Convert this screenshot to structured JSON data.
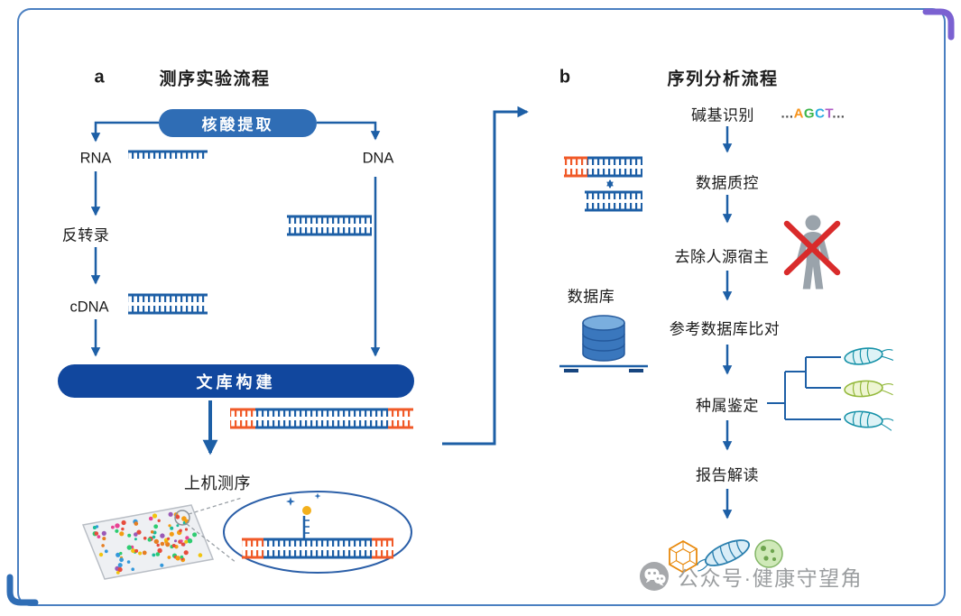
{
  "panel_a": {
    "label": "a",
    "title": "测序实验流程",
    "extraction_box": "核酸提取",
    "rna_label": "RNA",
    "dna_label": "DNA",
    "reverse_transcription": "反转录",
    "cdna_label": "cDNA",
    "library_box": "文库构建",
    "sequencing_label": "上机测序"
  },
  "panel_b": {
    "label": "b",
    "title": "序列分析流程",
    "steps": {
      "base_calling": "碱基识别",
      "qc": "数据质控",
      "host_removal": "去除人源宿主",
      "db_alignment": "参考数据库比对",
      "taxonomy": "种属鉴定",
      "report": "报告解读"
    },
    "agct": {
      "prefix": "...",
      "a": "A",
      "g": "G",
      "c": "C",
      "t": "T",
      "suffix": "..."
    },
    "database_label": "数据库"
  },
  "watermark": {
    "text": "公众号·健康守望角"
  },
  "colors": {
    "primary_blue": "#1d5fa6",
    "extraction_box_blue": "#2f6db5",
    "library_bar_blue": "#11479e",
    "adapter_orange": "#f05a28",
    "base_a": "#f7941d",
    "base_g": "#3cb54a",
    "base_c": "#29abe2",
    "base_t": "#b05cc4",
    "red_cross": "#d92b2b",
    "corner_purple": "#7b61d1",
    "corner_blue": "#2f6db5",
    "frame_blue": "#4a7fc1",
    "watermark_gray": "#9b9ea0"
  }
}
